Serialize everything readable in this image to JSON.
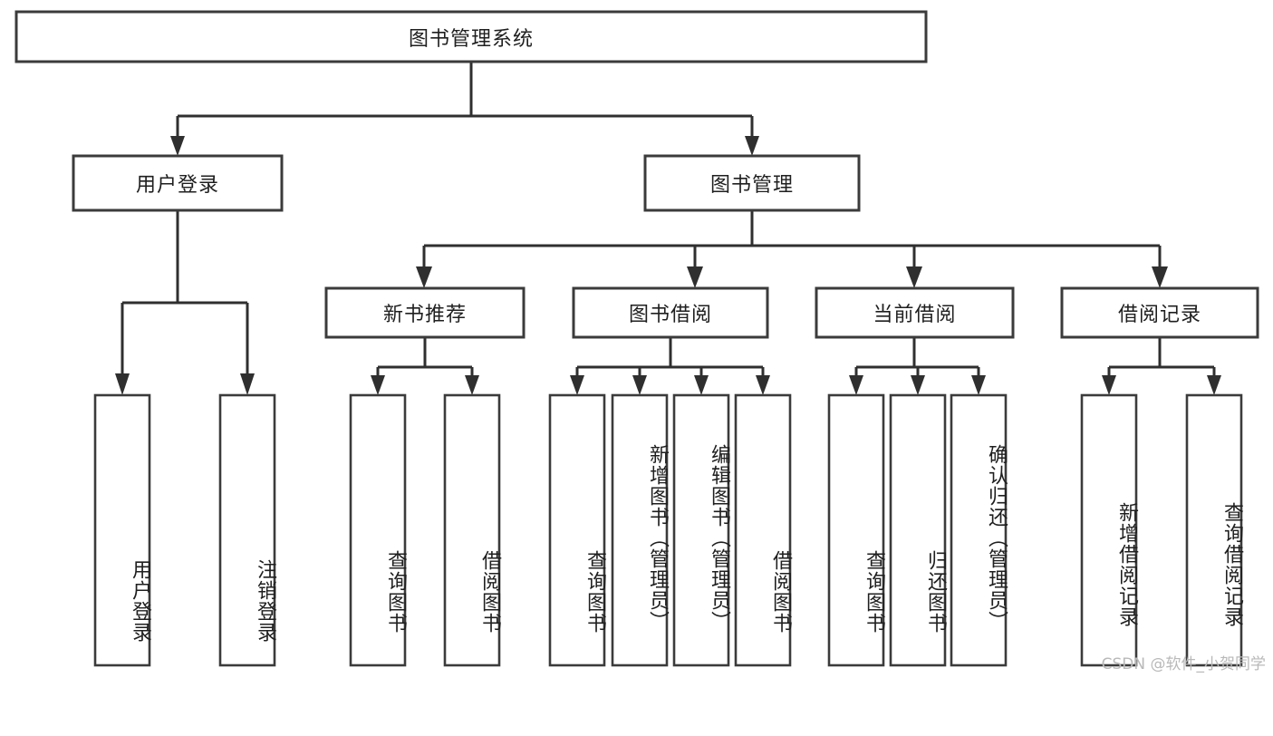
{
  "diagram": {
    "title": "图书管理系统",
    "type": "tree",
    "orientation": "top-down",
    "colors": {
      "background": "#ffffff",
      "box_fill": "#ffffff",
      "box_stroke": "#3b3b3b",
      "connector": "#2f2f2f",
      "text": "#1c1c1c",
      "watermark": "#b9b9b9"
    },
    "watermark": "CSDN @软件_小贺同学"
  },
  "nodes": {
    "root": {
      "label": "图书管理系统",
      "level": 0,
      "text_orientation": "horizontal"
    },
    "level1": [
      {
        "id": "user-login",
        "label": "用户登录",
        "text_orientation": "horizontal"
      },
      {
        "id": "book-manage",
        "label": "图书管理",
        "text_orientation": "horizontal"
      }
    ],
    "level2": [
      {
        "id": "new-book-recommend",
        "label": "新书推荐",
        "text_orientation": "horizontal",
        "parent": "book-manage"
      },
      {
        "id": "book-borrow",
        "label": "图书借阅",
        "text_orientation": "horizontal",
        "parent": "book-manage"
      },
      {
        "id": "current-borrow",
        "label": "当前借阅",
        "text_orientation": "horizontal",
        "parent": "book-manage"
      },
      {
        "id": "borrow-record",
        "label": "借阅记录",
        "text_orientation": "horizontal",
        "parent": "book-manage"
      }
    ],
    "leaves": [
      {
        "id": "leaf-user-login",
        "label": "用户登录",
        "text_orientation": "vertical",
        "parent": "user-login"
      },
      {
        "id": "leaf-logout",
        "label": "注销登录",
        "text_orientation": "vertical",
        "parent": "user-login"
      },
      {
        "id": "leaf-query-book-1",
        "label": "查询图书",
        "text_orientation": "vertical",
        "parent": "new-book-recommend"
      },
      {
        "id": "leaf-borrow-book-1",
        "label": "借阅图书",
        "text_orientation": "vertical",
        "parent": "new-book-recommend"
      },
      {
        "id": "leaf-query-book-2",
        "label": "查询图书",
        "text_orientation": "vertical",
        "parent": "book-borrow"
      },
      {
        "id": "leaf-add-book",
        "label": "新增图书（管理员）",
        "text_orientation": "vertical",
        "parent": "book-borrow"
      },
      {
        "id": "leaf-edit-book",
        "label": "编辑图书（管理员）",
        "text_orientation": "vertical",
        "parent": "book-borrow"
      },
      {
        "id": "leaf-borrow-book-2",
        "label": "借阅图书",
        "text_orientation": "vertical",
        "parent": "book-borrow"
      },
      {
        "id": "leaf-query-book-3",
        "label": "查询图书",
        "text_orientation": "vertical",
        "parent": "current-borrow"
      },
      {
        "id": "leaf-return-book",
        "label": "归还图书",
        "text_orientation": "vertical",
        "parent": "current-borrow"
      },
      {
        "id": "leaf-confirm-return",
        "label": "确认归还（管理员）",
        "text_orientation": "vertical",
        "parent": "current-borrow"
      },
      {
        "id": "leaf-add-record",
        "label": "新增借阅记录",
        "text_orientation": "vertical",
        "parent": "borrow-record"
      },
      {
        "id": "leaf-query-record",
        "label": "查询借阅记录",
        "text_orientation": "vertical",
        "parent": "borrow-record"
      }
    ]
  }
}
